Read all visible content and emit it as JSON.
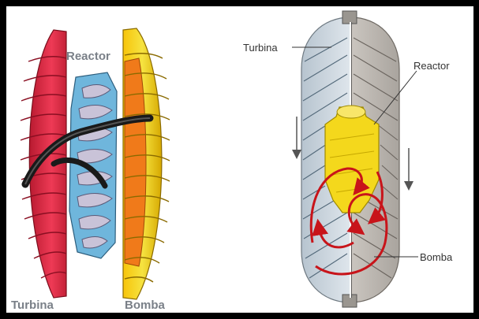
{
  "left_diagram": {
    "labels": {
      "reactor": "Reactor",
      "turbina": "Turbina",
      "bomba": "Bomba"
    },
    "colors": {
      "turbina": "#e8304a",
      "reactor": "#6fb6dc",
      "bomba_outer": "#f2dd1e",
      "bomba_inner": "#f07a1a",
      "flow": "#1a1a1a"
    }
  },
  "right_diagram": {
    "labels": {
      "turbina": "Turbina",
      "reactor": "Reactor",
      "bomba": "Bomba"
    },
    "colors": {
      "housing_left": "#c9d3dc",
      "housing_right": "#bdb8b2",
      "reactor": "#f4d81c",
      "flow": "#c8141a"
    }
  }
}
